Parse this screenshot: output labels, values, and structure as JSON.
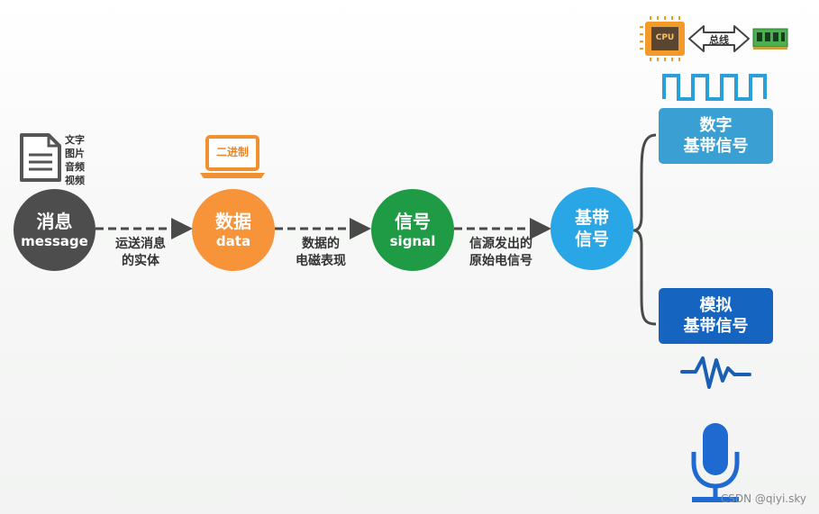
{
  "nodes": {
    "message": {
      "title": "消息",
      "sub": "message",
      "color": "#4d4d4d"
    },
    "data": {
      "title": "数据",
      "sub": "data",
      "color": "#f7943a"
    },
    "signal": {
      "title": "信号",
      "sub": "signal",
      "color": "#1f9b45"
    },
    "baseband": {
      "title1": "基带",
      "title2": "信号",
      "color": "#28a6e6"
    }
  },
  "edges": {
    "message_to_data": {
      "line1": "运送消息",
      "line2": "的实体"
    },
    "data_to_signal": {
      "line1": "数据的",
      "line2": "电磁表现"
    },
    "signal_to_baseband": {
      "line1": "信源发出的",
      "line2": "原始电信号"
    }
  },
  "document_types": [
    "文字",
    "图片",
    "音频",
    "视频"
  ],
  "laptop_label": "二进制",
  "branches": {
    "digital": {
      "line1": "数字",
      "line2": "基带信号",
      "color": "#3a9fd2"
    },
    "analog": {
      "line1": "模拟",
      "line2": "基带信号",
      "color": "#1565c0"
    }
  },
  "cpu": {
    "chip_label": "CPU",
    "bus_label": "总线"
  },
  "watermark": "CSDN @qiyi.sky"
}
